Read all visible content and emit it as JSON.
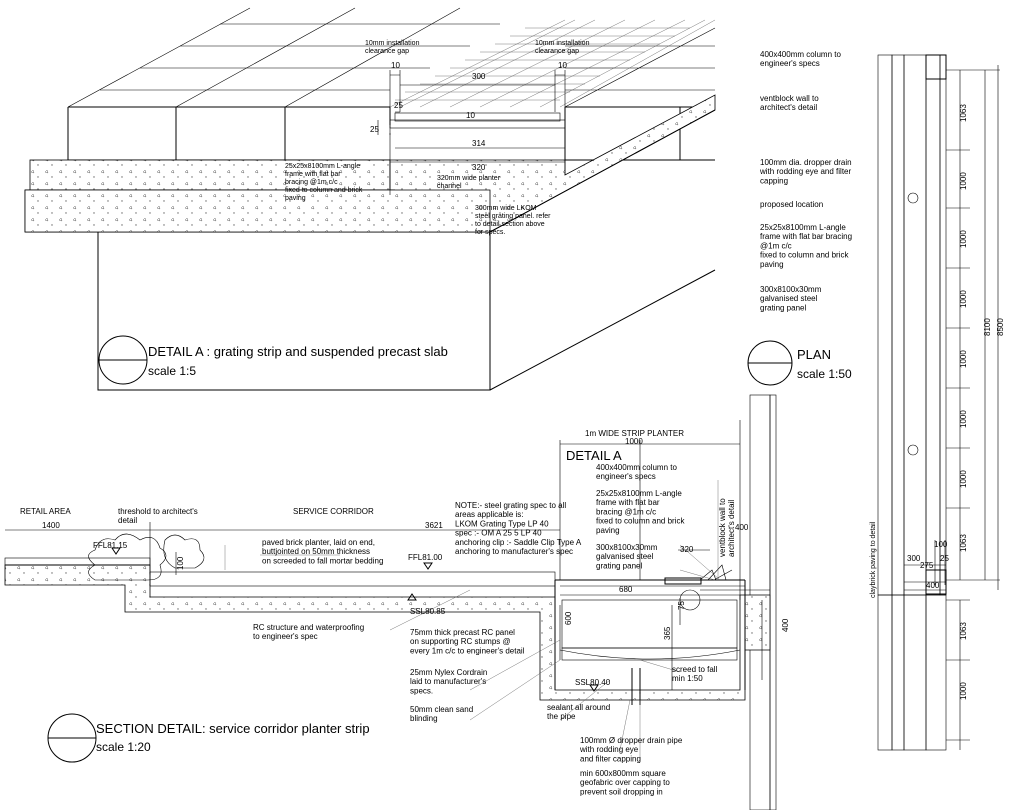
{
  "detail_a": {
    "title": "DETAIL  A : grating strip and suspended precast slab",
    "scale": "scale 1:5",
    "notes": {
      "clearance_left": "10mm installation\nclearance gap",
      "clearance_right": "10mm installation\nclearance gap",
      "langle": "25x25x8100mm L-angle\nframe with flat bar\nbracing @1m c/c\nfixed to column and brick\npaving",
      "channel": "320mm wide planter\nchannel",
      "grating": "300mm wide LKOM\nsteel grating panel. refer\nto detail section above\nfor specs."
    },
    "dims": {
      "d10a": "10",
      "d10b": "10",
      "d300": "300",
      "d25": "25",
      "d25v": "25",
      "d10c": "10",
      "d314": "314",
      "d320": "320"
    }
  },
  "plan": {
    "title": "PLAN",
    "scale": "scale 1:50",
    "notes": {
      "column": "400x400mm column to\nengineer's specs",
      "ventblock": "ventblock wall to\narchitect's detail",
      "dropper": "100mm dia. dropper drain\nwith rodding eye and filter\ncapping",
      "proposed": "proposed location",
      "langle": "25x25x8100mm L-angle\nframe with flat bar bracing\n@1m c/c\nfixed to column and brick\npaving",
      "grating": "300x8100x30mm\ngalvanised steel\ngrating panel",
      "claybrick": "claybrick paving to detail"
    },
    "dims": {
      "d1063a": "1063",
      "d1000a": "1000",
      "d1000b": "1000",
      "d1000c": "1000",
      "d1000d": "1000",
      "d1000e": "1000",
      "d1000f": "1000",
      "d1063b": "1063",
      "d8100": "8100",
      "d8500": "8500",
      "d300": "300",
      "d25": "25",
      "d275": "275",
      "d100": "100",
      "d400": "400",
      "d1063c": "1063",
      "d1000g": "1000"
    }
  },
  "section": {
    "title": "SECTION DETAIL: service corridor planter strip",
    "scale": "scale 1:20",
    "labels": {
      "retail": "RETAIL AREA",
      "threshold": "threshold to architect's\ndetail",
      "corridor": "SERVICE CORRIDOR",
      "strip": "1m WIDE STRIP PLANTER",
      "detail_a": "DETAIL  A",
      "ffl1": "FFL81.15",
      "ffl2": "FFL81.00",
      "ssl1": "SSL80.85",
      "ssl2": "SSL80.40"
    },
    "notes": {
      "paved": "paved brick planter, laid on end,\nbuttjointed on 50mm thickness\non screeded to fall mortar bedding",
      "spec": "NOTE:- steel grating spec to all\nareas applicable is:\n\nLKOM Grating Type LP 40\nspec :- OM A 25 5 LP 40\nanchoring clip :- Saddle Clip Type A\nanchoring to manufacturer's spec",
      "column": "400x400mm column to\nengineer's specs",
      "langle": "25x25x8100mm L-angle\nframe with flat bar\nbracing @1m c/c\nfixed to column and brick\npaving",
      "grating": "300x8100x30mm\ngalvanised steel\ngrating panel",
      "ventblock": "ventblock wall to\narchitect's detail",
      "rc": "RC structure and waterproofing\nto engineer's spec",
      "precast": "75mm thick precast RC panel\non supporting RC stumps @\nevery 1m c/c to engineer's detail",
      "nylex": "25mm Nylex Cordrain\nlaid to manufacturer's\nspecs.",
      "blinding": "50mm clean sand\nblinding",
      "screed": "screed to fall\nmin 1:50",
      "sealant": "sealant all around\nthe pipe",
      "pipe": "100mm Ø dropper drain pipe\nwith rodding eye\nand filter capping",
      "geo": "min 600x800mm square\ngeofabric over capping to\nprevent soil dropping in"
    },
    "dims": {
      "d1400": "1400",
      "d3621": "3621",
      "d1000": "1000",
      "d100": "100",
      "d320": "320",
      "d400a": "400",
      "d680": "680",
      "d75": "75",
      "d600": "600",
      "d365": "365",
      "d400b": "400"
    }
  }
}
